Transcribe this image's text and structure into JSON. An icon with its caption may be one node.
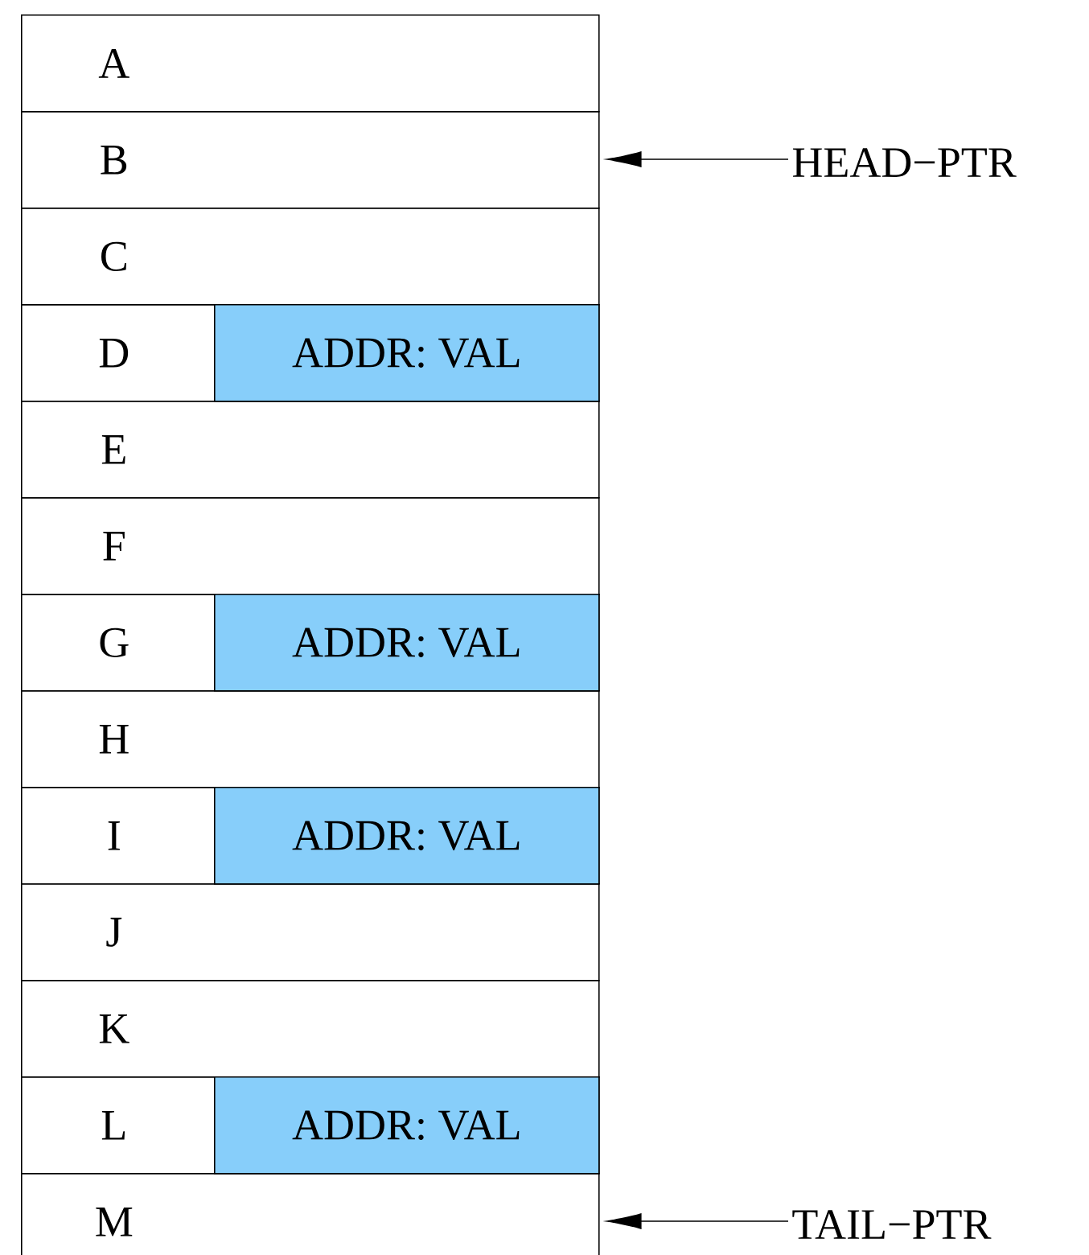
{
  "diagram": {
    "nodes": [
      {
        "text": [
          "A"
        ]
      },
      {
        "text": [
          "B"
        ]
      },
      {
        "text": [
          "C"
        ]
      },
      {
        "text": [
          "D"
        ]
      },
      {
        "text": [
          "ADDR: VAL"
        ],
        "in": 3
      },
      {
        "text": [
          "E"
        ]
      },
      {
        "text": [
          "F"
        ]
      },
      {
        "text": [
          "G"
        ]
      },
      {
        "text": [
          "ADDR: VAL"
        ],
        "in": 7
      },
      {
        "text": [
          "H"
        ]
      },
      {
        "text": [
          "I"
        ]
      },
      {
        "text": [
          "ADDR: VAL"
        ],
        "in": 10
      },
      {
        "text": [
          "J"
        ]
      },
      {
        "text": [
          "K"
        ]
      },
      {
        "text": [
          "L"
        ]
      },
      {
        "text": [
          "ADDR: VAL"
        ],
        "in": 14
      },
      {
        "text": [
          "M"
        ]
      },
      {
        "text": [
          "HEAD−PTR"
        ]
      },
      {
        "text": [
          "TAIL−PTR"
        ]
      }
    ],
    "edges": [
      {
        "from": 17,
        "to": 1,
        "arrow": "to"
      },
      {
        "from": 18,
        "to": 16,
        "arrow": "to"
      }
    ]
  }
}
